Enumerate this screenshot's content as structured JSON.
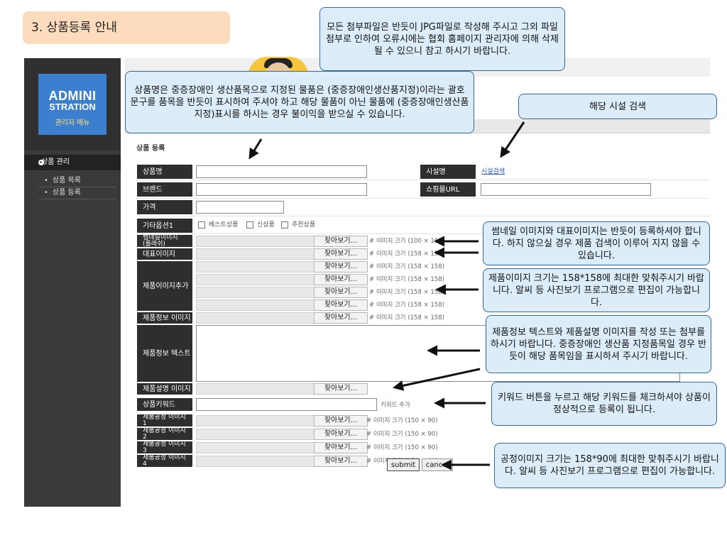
{
  "slide": {
    "title": "3. 상품등록 안내"
  },
  "sidebar": {
    "logo_line1": "ADMINI",
    "logo_line2": "STRATION",
    "logo_line3": "관리자 메뉴",
    "section": "상품 관리",
    "section_icon": "chevron-right-icon",
    "items": [
      "상품 목록",
      "상품 등록"
    ]
  },
  "page": {
    "title": "상품 등록"
  },
  "form": {
    "product_name_label": "상품명",
    "facility_label": "시설명",
    "facility_link": "시설검색",
    "brand_label": "브랜드",
    "mall_url_label": "쇼핑몰URL",
    "price_label": "가격",
    "options_label": "기타옵션1",
    "options": [
      "베스트상품",
      "신상품",
      "추천상품"
    ],
    "thumb_label": "썸네일이미지\n(플래쉬)",
    "main_image_label": "대표이미지",
    "extra_images_label": "제품이미지추가",
    "info_image_label": "제품정보 이미지",
    "info_text_label": "제품정보 텍스트",
    "desc_image_label": "제품설명 이미지",
    "keyword_label": "상품키워드",
    "keyword_add": "키워드 추가",
    "process_labels": [
      "제품공정 이미지\n1",
      "제품공정 이미지\n2",
      "제품공정 이미지\n3",
      "제품공정 이미지\n4"
    ],
    "browse": "찾아보기...",
    "size_notes": {
      "thumb": "# 이미지 크기 (100 × 100)",
      "main": "# 이미지 크기 (158 × 158)",
      "extra": "# 이미지 크기 (158 × 158)",
      "info": "# 이미지 크기 (158 × 158)",
      "process": "# 이미지 크기 (150 × 90)"
    },
    "submit": "submit",
    "cancel": "cancel"
  },
  "callouts": {
    "attach": "모든 첨부파일은 반듯이 JPG파일로 작성해 주시고 그외 파일 첨부로 인하여 오류시에는 협회 홈페이지 관리자에 의해 삭제 될 수 있으니 참고 하시기 바랍니다.",
    "name": "상품명은 중증장애인 생산품목으로 지정된 물품은 (중증장애인생산품지정)이라는 괄호 문구를 품목을 반듯이 표시하여 주셔야 하고 해당 물품이 아닌 물품에 (중증장애인생산품지정)표시를 하시는 경우 불이익을 받으실 수 있습니다.",
    "facility": "해당 시설 검색",
    "thumb": "썸네일 이미지와 대표이미지는 반듯이 등록하셔야 합니다. 하지 않으실 경우 제품 검색이 이루어 지지 않을 수 있습니다.",
    "size158": "제품이미지 크기는 158*158에 최대한 맞춰주시기 바랍니다. 알씨 등 사진보기 프로그램으로 편집이 가능합니다.",
    "info": "제품정보 텍스트와 제품설명 이미지를 작성 또는 첨부를 하시기 바랍니다. 중증장애인 생산품 지정품목일 경우 반듯이 해당 품목임을 표시하셔 주시기 바랍니다.",
    "keyword": "키워드 버튼을 누르고 해당 키워드를 체크하셔야  상품이 정상적으로 등록이 됩니다.",
    "size150": "공정이미지 크기는 158*90에 최대한 맞춰주시기 바랍니다. 알씨 등 사진보기 프로그램으로 편집이 가능합니다."
  },
  "colors": {
    "sidebar": "#3a3a3a",
    "label_bg": "#2e2e2e",
    "callout_bg": "#dcecf8",
    "callout_border": "#2f6aa0",
    "title_bg": "#fcdcbc",
    "link": "#2255cc"
  }
}
